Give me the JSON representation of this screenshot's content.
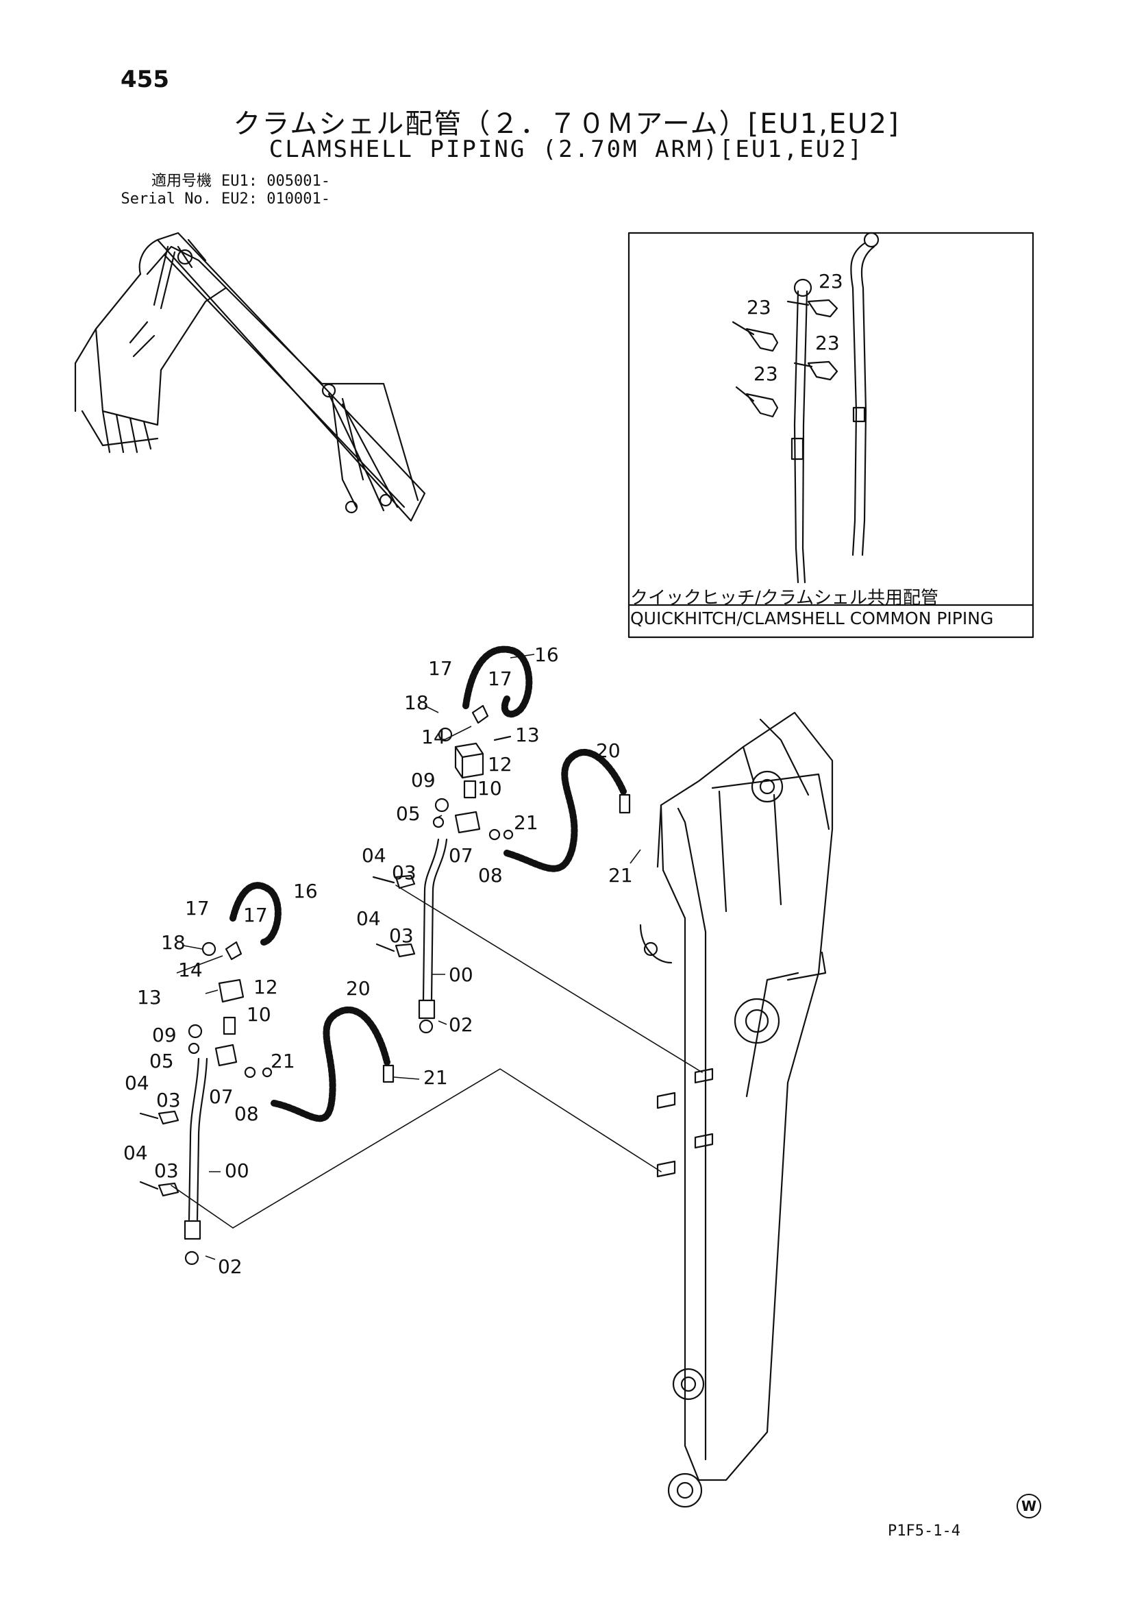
{
  "page_number": "455",
  "title_jp": "クラムシェル配管（２．７０Ｍアーム）[EU1,EU2]",
  "title_en": "CLAMSHELL PIPING (2.70M ARM)[EU1,EU2]",
  "serial": {
    "label_jp": "適用号機",
    "label_en": "Serial No.",
    "eu1": "EU1: 005001-",
    "eu2": "EU2: 010001-"
  },
  "inset": {
    "caption_jp": "クイックヒッチ/クラムシェル共用配管",
    "caption_en": "QUICKHITCH/CLAMSHELL COMMON PIPING",
    "callouts": [
      "23",
      "23",
      "23",
      "23"
    ]
  },
  "callouts_upper": [
    "17",
    "16",
    "17",
    "18",
    "14",
    "13",
    "12",
    "20",
    "09",
    "10",
    "05",
    "21",
    "07",
    "08",
    "21",
    "04",
    "03",
    "04",
    "03",
    "00",
    "02"
  ],
  "callouts_lower": [
    "17",
    "16",
    "17",
    "18",
    "14",
    "12",
    "13",
    "10",
    "09",
    "05",
    "21",
    "07",
    "08",
    "20",
    "21",
    "04",
    "03",
    "04",
    "03",
    "00",
    "02"
  ],
  "drawing_code": "P1F5-1-4",
  "watermark_letter": "W"
}
